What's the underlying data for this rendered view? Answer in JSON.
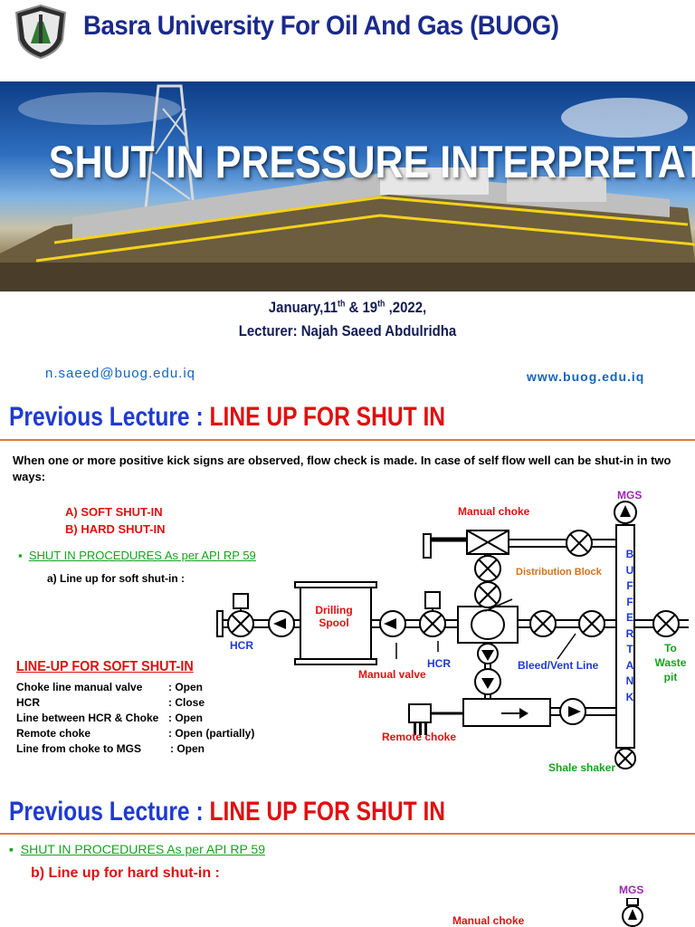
{
  "header": {
    "title": "Basra University For Oil And Gas (BUOG)"
  },
  "banner": {
    "title": "SHUT IN PRESSURE INTERPRETATION"
  },
  "info": {
    "date_text": "January,11",
    "date_sup1": "th",
    "date_mid": " & 19",
    "date_sup2": "th",
    "date_end": " ,2022,",
    "lecturer": "Lecturer: Najah Saeed Abdulridha",
    "email": "n.saeed@buog.edu.iq",
    "website": "www.buog.edu.iq"
  },
  "section1": {
    "prefix": "Previous Lecture : ",
    "topic": "LINE UP FOR SHUT IN",
    "intro": "When one or more positive kick signs are observed, flow check is made. In case of self flow well can be shut-in in two ways:",
    "option_a": "A) SOFT SHUT-IN",
    "option_b": "B) HARD SHUT-IN",
    "procedures": "SHUT IN PROCEDURES As per API RP 59",
    "sub_a": "a) Line up for soft shut-in :",
    "lineup_title": "LINE-UP FOR SOFT SHUT-IN",
    "lineup": [
      {
        "item": "Choke line manual valve",
        "value": ": Open"
      },
      {
        "item": "HCR",
        "value": ": Close"
      },
      {
        "item": "Line between HCR & Choke",
        "value": ": Open"
      },
      {
        "item": "Remote choke",
        "value": ": Open (partially)"
      },
      {
        "item": "Line from choke to MGS",
        "value": ": Open"
      }
    ],
    "diagram": {
      "manual_choke": "Manual choke",
      "mgs": "MGS",
      "distribution_block": "Distribution Block",
      "drilling_spool_1": "Drilling",
      "drilling_spool_2": "Spool",
      "hcr_left": "HCR",
      "hcr_right": "HCR",
      "manual_valve": "Manual valve",
      "bleed_vent": "Bleed/Vent Line",
      "remote_choke": "Remote choke",
      "shale_shaker": "Shale shaker",
      "to_waste_1": "To",
      "to_waste_2": "Waste",
      "to_waste_3": "pit",
      "buffer_tank_letters": [
        "B",
        "U",
        "F",
        "F",
        "E",
        "R",
        "T",
        "A",
        "N",
        "K"
      ]
    }
  },
  "section2": {
    "prefix": "Previous Lecture : ",
    "topic": "LINE UP FOR SHUT IN",
    "procedures": "SHUT IN PROCEDURES As per API RP 59",
    "sub_b": "b) Line up for hard shut-in :",
    "mgs": "MGS",
    "manual_choke": "Manual choke"
  },
  "colors": {
    "title_blue": "#1a2a8c",
    "section_blue": "#1f3bd1",
    "accent_red": "#e01010",
    "accent_green": "#16a31e",
    "rule_orange": "#e07a3b",
    "link_blue": "#1565c0"
  }
}
